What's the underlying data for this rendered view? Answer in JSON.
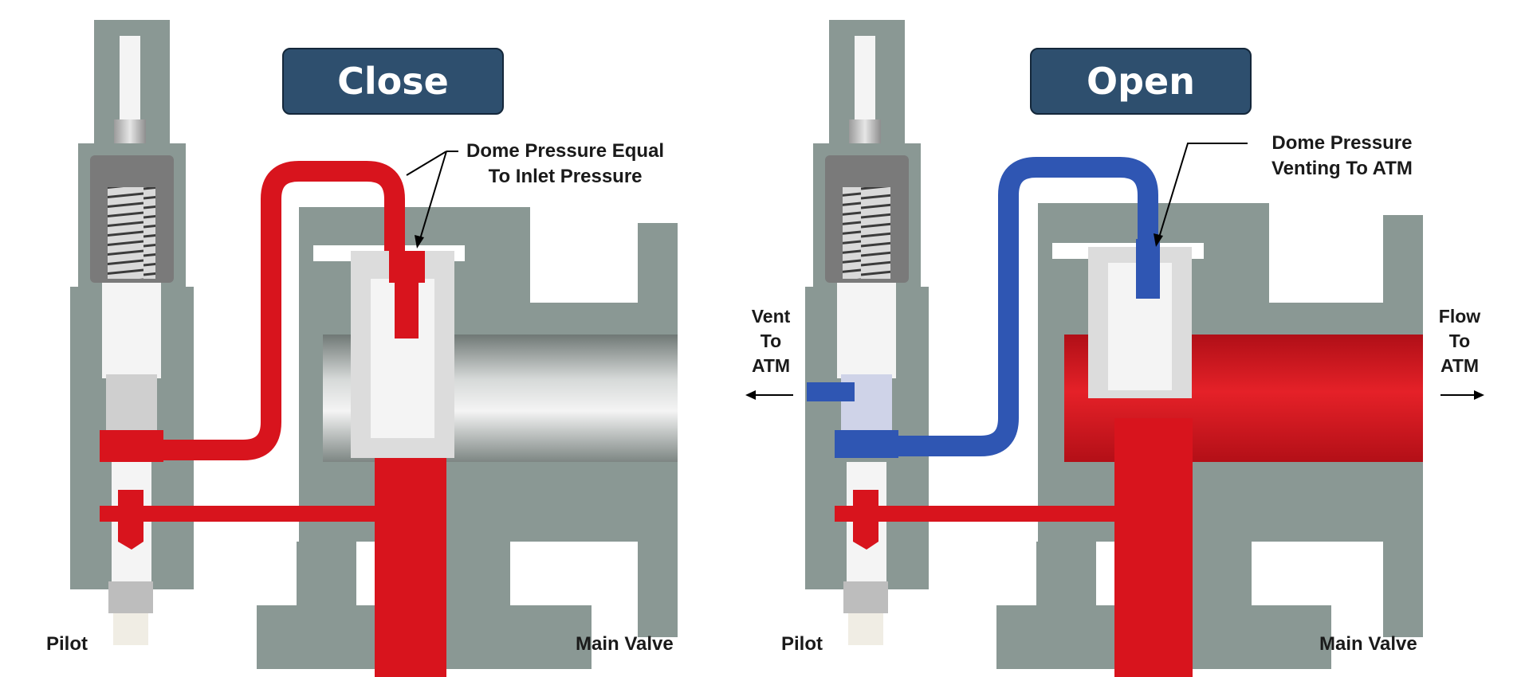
{
  "colors": {
    "body_gray": "#8a9894",
    "body_dark": "#5f6b68",
    "pressure_red": "#d8141d",
    "vent_blue": "#2f56b3",
    "internal_white": "#f2f2f2",
    "title_box": "#2e4f6e"
  },
  "panels": [
    {
      "title": "Close",
      "dome_note": [
        "Dome Pressure Equal",
        "To Inlet Pressure"
      ],
      "pilot_label": "Pilot",
      "main_valve_label": "Main Valve",
      "dome_line_state": "pressurized"
    },
    {
      "title": "Open",
      "dome_note": [
        "Dome Pressure",
        "Venting To ATM"
      ],
      "pilot_label": "Pilot",
      "main_valve_label": "Main Valve",
      "vent_note": [
        "Vent",
        "To",
        "ATM"
      ],
      "flow_note": [
        "Flow",
        "To",
        "ATM"
      ],
      "dome_line_state": "venting"
    }
  ]
}
